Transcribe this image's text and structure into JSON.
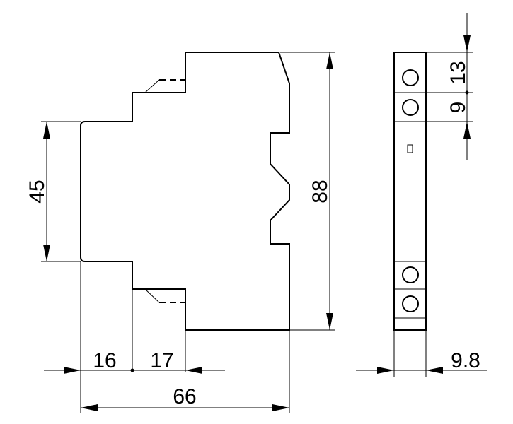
{
  "drawing": {
    "colors": {
      "line": "#000000",
      "background": "#ffffff"
    },
    "dimensions": {
      "height_left": "45",
      "height_total": "88",
      "bottom_left": "16",
      "bottom_mid": "17",
      "width_total": "66",
      "top_pitch": "13",
      "second_pitch": "9",
      "side_width": "9.8"
    }
  }
}
